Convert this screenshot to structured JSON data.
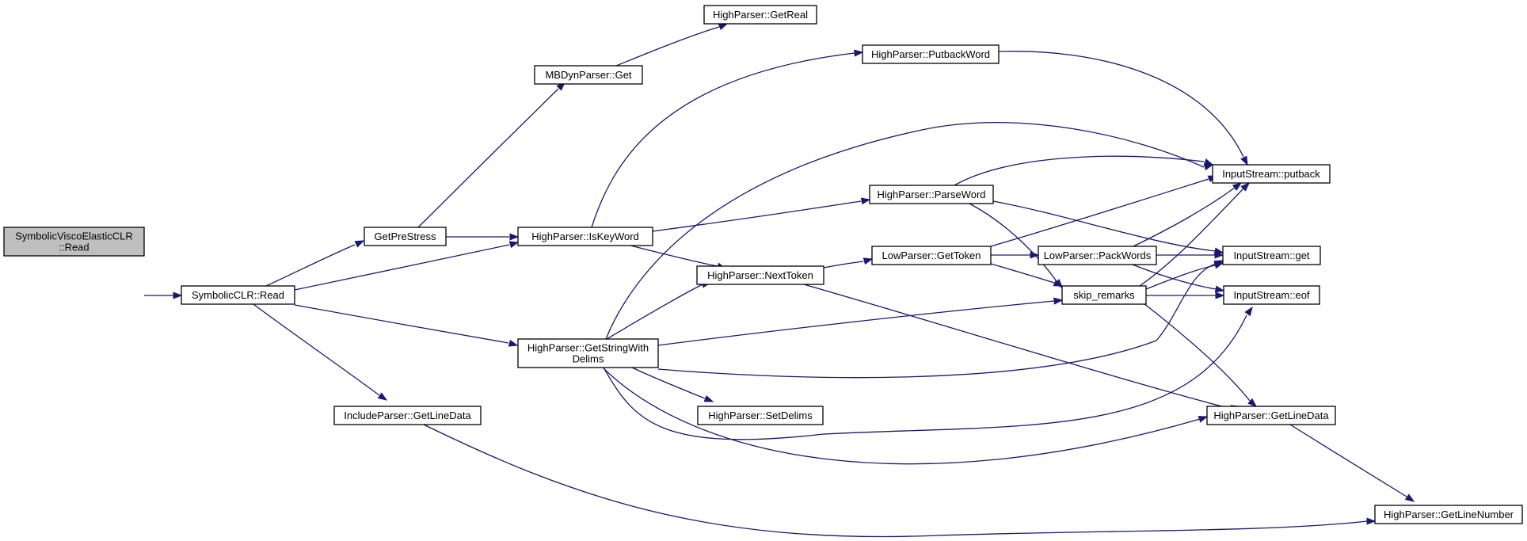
{
  "diagram": {
    "type": "call-graph",
    "colors": {
      "edge": "#191970",
      "root_fill": "#bfbfbf",
      "node_fill": "#ffffff",
      "node_border": "#000000"
    },
    "nodes": [
      {
        "id": "root",
        "lines": [
          "SymbolicViscoElasticCLR",
          "::Read"
        ]
      },
      {
        "id": "scr",
        "lines": [
          "SymbolicCLR::Read"
        ]
      },
      {
        "id": "gps",
        "lines": [
          "GetPreStress"
        ]
      },
      {
        "id": "ipg",
        "lines": [
          "IncludeParser::GetLineData"
        ]
      },
      {
        "id": "mbg",
        "lines": [
          "MBDynParser::Get"
        ]
      },
      {
        "id": "hik",
        "lines": [
          "HighParser::IsKeyWord"
        ]
      },
      {
        "id": "hgs",
        "lines": [
          "HighParser::GetStringWith",
          "Delims"
        ]
      },
      {
        "id": "hgr",
        "lines": [
          "HighParser::GetReal"
        ]
      },
      {
        "id": "hpb",
        "lines": [
          "HighParser::PutbackWord"
        ]
      },
      {
        "id": "hpw",
        "lines": [
          "HighParser::ParseWord"
        ]
      },
      {
        "id": "hnt",
        "lines": [
          "HighParser::NextToken"
        ]
      },
      {
        "id": "hsd",
        "lines": [
          "HighParser::SetDelims"
        ]
      },
      {
        "id": "lgt",
        "lines": [
          "LowParser::GetToken"
        ]
      },
      {
        "id": "lpw",
        "lines": [
          "LowParser::PackWords"
        ]
      },
      {
        "id": "skr",
        "lines": [
          "skip_remarks"
        ]
      },
      {
        "id": "isp",
        "lines": [
          "InputStream::putback"
        ]
      },
      {
        "id": "isg",
        "lines": [
          "InputStream::get"
        ]
      },
      {
        "id": "ise",
        "lines": [
          "InputStream::eof"
        ]
      },
      {
        "id": "hgl",
        "lines": [
          "HighParser::GetLineData"
        ]
      },
      {
        "id": "hln",
        "lines": [
          "HighParser::GetLineNumber"
        ]
      }
    ],
    "edges": [
      [
        "root",
        "scr"
      ],
      [
        "scr",
        "gps"
      ],
      [
        "scr",
        "hik"
      ],
      [
        "scr",
        "hgs"
      ],
      [
        "scr",
        "ipg"
      ],
      [
        "gps",
        "mbg"
      ],
      [
        "gps",
        "hik"
      ],
      [
        "mbg",
        "hgr"
      ],
      [
        "hik",
        "hpb"
      ],
      [
        "hik",
        "hpw"
      ],
      [
        "hik",
        "hnt"
      ],
      [
        "hpb",
        "isp"
      ],
      [
        "hpw",
        "isp"
      ],
      [
        "hpw",
        "isg"
      ],
      [
        "hpw",
        "skr"
      ],
      [
        "hnt",
        "lgt"
      ],
      [
        "hnt",
        "hgl"
      ],
      [
        "lgt",
        "lpw"
      ],
      [
        "lgt",
        "isp"
      ],
      [
        "lgt",
        "skr"
      ],
      [
        "lpw",
        "isg"
      ],
      [
        "lpw",
        "isp"
      ],
      [
        "lpw",
        "ise"
      ],
      [
        "skr",
        "isp"
      ],
      [
        "skr",
        "isg"
      ],
      [
        "skr",
        "ise"
      ],
      [
        "skr",
        "hgl"
      ],
      [
        "hgs",
        "isp"
      ],
      [
        "hgs",
        "hnt"
      ],
      [
        "hgs",
        "skr"
      ],
      [
        "hgs",
        "isg"
      ],
      [
        "hgs",
        "hsd"
      ],
      [
        "hgs",
        "ise"
      ],
      [
        "hgs",
        "hgl"
      ],
      [
        "hgl",
        "hln"
      ],
      [
        "ipg",
        "hln"
      ]
    ]
  }
}
